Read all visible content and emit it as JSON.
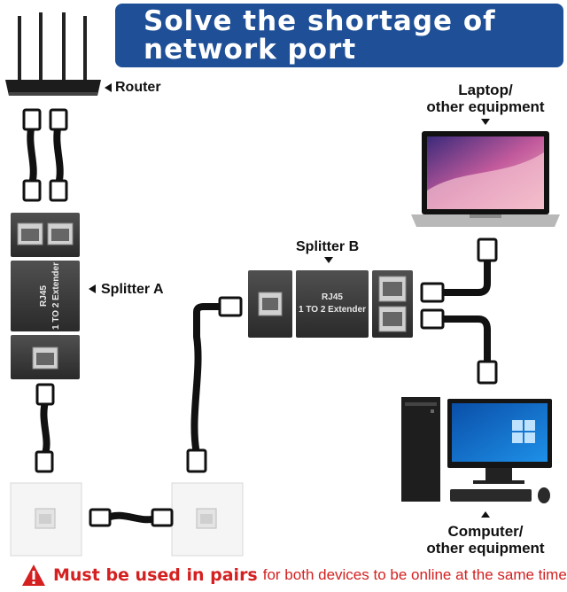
{
  "banner": {
    "line1": "Solve the shortage of",
    "line2": "network port"
  },
  "labels": {
    "router": "Router",
    "splitter_a": "Splitter A",
    "splitter_b": "Splitter B",
    "laptop_line1": "Laptop/",
    "laptop_line2": "other equipment",
    "computer_line1": "Computer/",
    "computer_line2": "other equipment"
  },
  "device_text": {
    "extender_line1": "RJ45",
    "extender_line2": "1 TO 2 Extender"
  },
  "footer": {
    "warning_icon": "warning-triangle-icon",
    "emphasis": "Must be used in pairs",
    "rest": "for both devices to be online at the same time"
  },
  "colors": {
    "banner": "#1f4f96",
    "warning": "#d42020",
    "device": "#3a3a3a"
  }
}
